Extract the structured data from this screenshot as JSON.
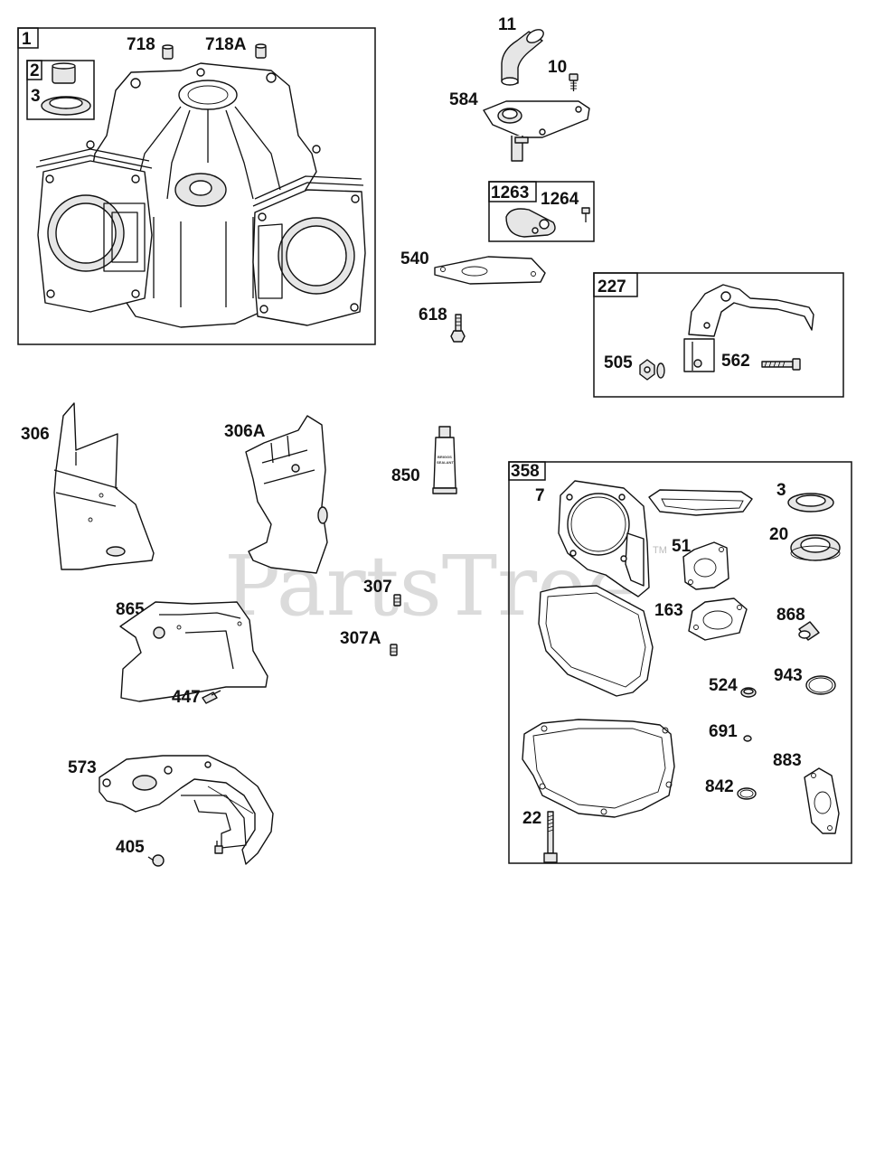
{
  "watermark": {
    "text": "PartsTree",
    "mark": "TM"
  },
  "boxes": {
    "b1": "1",
    "b2": "2",
    "b1263": "1263",
    "b227": "227",
    "b358": "358"
  },
  "labels": {
    "p718": "718",
    "p718A": "718A",
    "p3a": "3",
    "p11": "11",
    "p10": "10",
    "p584": "584",
    "p1264": "1264",
    "p540": "540",
    "p618": "618",
    "p505": "505",
    "p562": "562",
    "p306": "306",
    "p306A": "306A",
    "p850": "850",
    "p307": "307",
    "p307A": "307A",
    "p865": "865",
    "p447": "447",
    "p573": "573",
    "p405": "405",
    "p7": "7",
    "p3b": "3",
    "p20": "20",
    "p51": "51",
    "p163": "163",
    "p868": "868",
    "p524": "524",
    "p943": "943",
    "p691": "691",
    "p883": "883",
    "p842": "842",
    "p22": "22"
  },
  "sealant_tube": {
    "line1": "BRIGGS",
    "line2": "SEALANT"
  },
  "colors": {
    "ink": "#111111",
    "watermark": "#cfcfcf",
    "background": "#ffffff"
  }
}
